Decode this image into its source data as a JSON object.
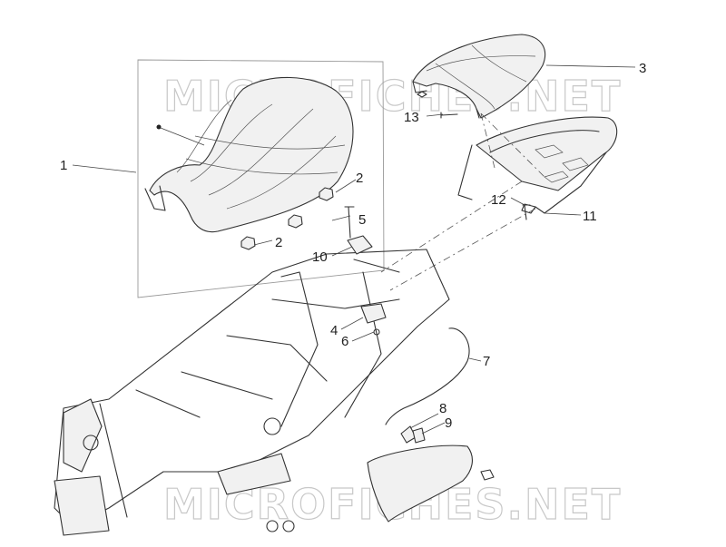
{
  "watermark": "MICROFICHES.NET",
  "callouts": [
    {
      "id": "1",
      "label": "1"
    },
    {
      "id": "2a",
      "label": "2"
    },
    {
      "id": "2b",
      "label": "2"
    },
    {
      "id": "3",
      "label": "3"
    },
    {
      "id": "4",
      "label": "4"
    },
    {
      "id": "5",
      "label": "5"
    },
    {
      "id": "6",
      "label": "6"
    },
    {
      "id": "7",
      "label": "7"
    },
    {
      "id": "8",
      "label": "8"
    },
    {
      "id": "9",
      "label": "9"
    },
    {
      "id": "10",
      "label": "10"
    },
    {
      "id": "11",
      "label": "11"
    },
    {
      "id": "12",
      "label": "12"
    },
    {
      "id": "13",
      "label": "13"
    }
  ]
}
